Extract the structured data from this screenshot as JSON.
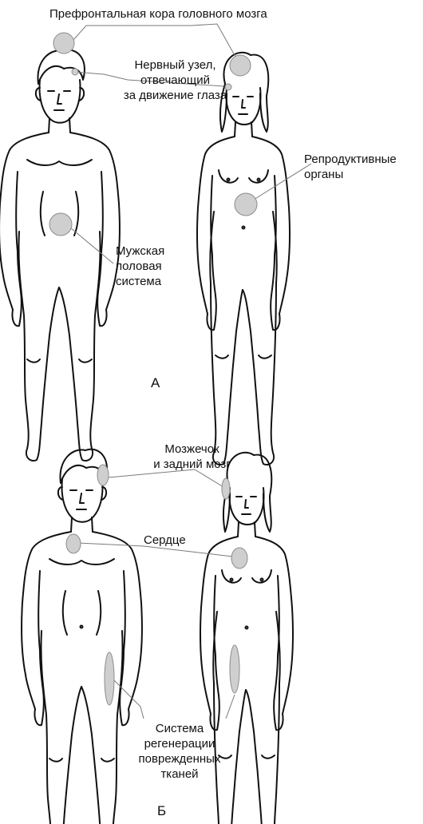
{
  "panel_a": {
    "letter": "А",
    "labels": {
      "prefrontal": "Префронтальная кора головного мозга",
      "ganglion": [
        "Нервный узел,",
        "отвечающий",
        "за движение глаза"
      ],
      "reproductive": [
        "Репродуктивные",
        "органы"
      ],
      "male_system": [
        "Мужская",
        "половая",
        "система"
      ]
    }
  },
  "panel_b": {
    "letter": "Б",
    "labels": {
      "cerebellum": [
        "Мозжечок",
        "и задний мозг"
      ],
      "heart": "Сердце",
      "regeneration": [
        "Система",
        "регенерации",
        "поврежденных",
        "тканей"
      ]
    }
  },
  "colors": {
    "marker_fill": "#cfcfcf",
    "marker_stroke": "#8c8c8c",
    "outline": "#111111",
    "leader_line": "#7a7a7a"
  }
}
